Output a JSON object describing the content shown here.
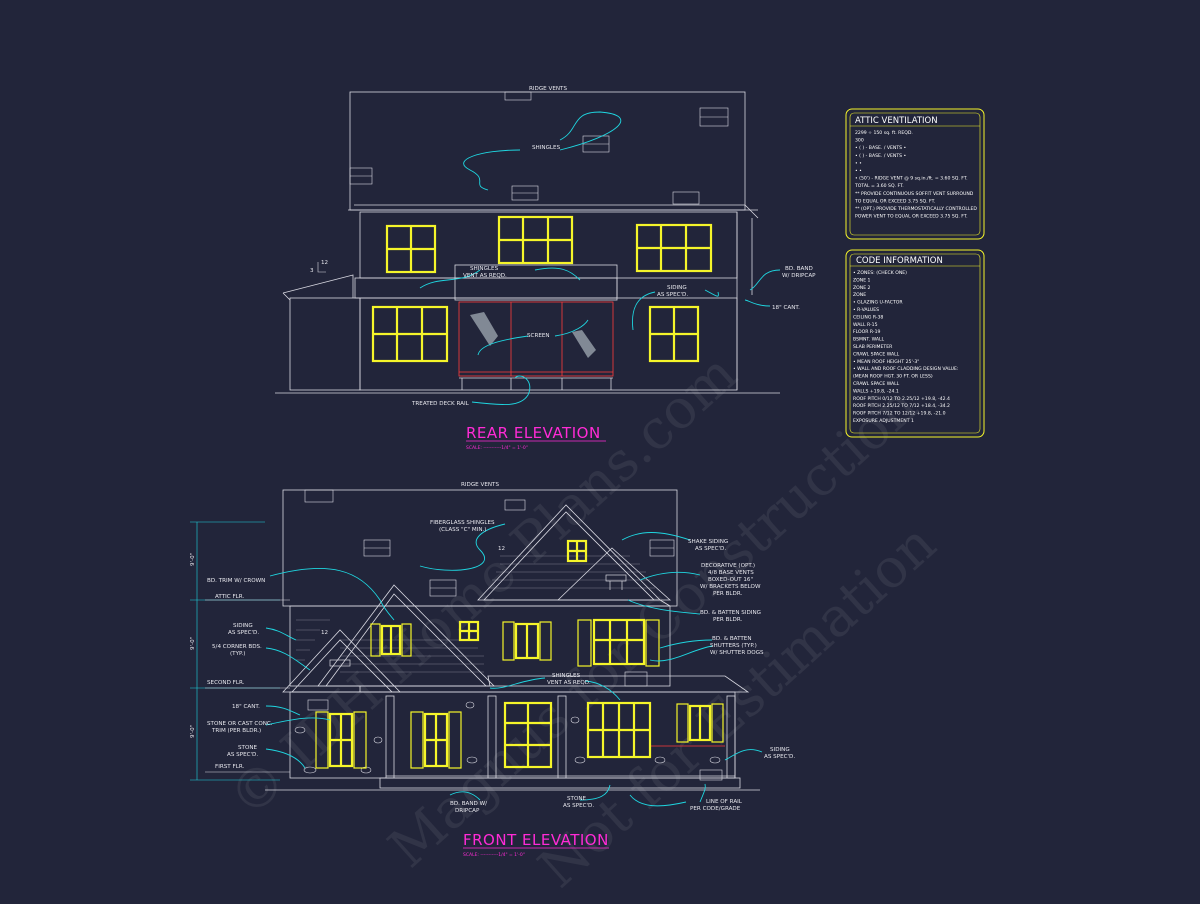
{
  "watermark": [
    "© IDH Home Plans.com",
    "Magnus for Construction",
    "Not for Estimation"
  ],
  "rear": {
    "title": "REAR ELEVATION",
    "scale": "SCALE: -----------1/4\" = 1'-0\"",
    "labels": {
      "ridge_vents": "RIDGE VENTS",
      "shingles": "SHINGLES",
      "shingles_vent_1": "SHINGLES",
      "shingles_vent_2": "VENT AS REQD.",
      "bd_band_1": "BD. BAND",
      "bd_band_2": "W/ DRIPCAP",
      "siding_1": "SIDING",
      "siding_2": "AS SPEC'D.",
      "cant": "18\" CANT.",
      "screen": "SCREEN",
      "deck_rail": "TREATED DECK RAIL",
      "pitch": "12",
      "pitch_rise": "3"
    }
  },
  "front": {
    "title": "FRONT ELEVATION",
    "scale": "SCALE: -----------1/4\" = 1'-0\"",
    "labels": {
      "ridge_vents": "RIDGE VENTS",
      "fiberglass_1": "FIBERGLASS SHINGLES",
      "fiberglass_2": "(CLASS \"C\" MIN.)",
      "shake_1": "SHAKE SIDING",
      "shake_2": "AS SPEC'D.",
      "deco_1": "DECORATIVE (OPT.)",
      "deco_2": "4/8 BASE VENTS",
      "deco_3": "BOXED-OUT 16\"",
      "deco_4": "W/ BRACKETS BELOW",
      "deco_5": "PER BLDR.",
      "bd_trim": "BD. TRIM W/ CROWN",
      "attic_flr": "ATTIC FLR.",
      "siding_1": "SIDING",
      "siding_2": "AS SPEC'D.",
      "corner_1": "5/4 CORNER BDS.",
      "corner_2": "(TYP.)",
      "second_flr": "SECOND FLR.",
      "cant": "18\" CANT.",
      "stone_trim_1": "STONE OR CAST CONC.",
      "stone_trim_2": "TRIM (PER BLDR.)",
      "stone_1": "STONE",
      "stone_2": "AS SPEC'D.",
      "first_flr": "FIRST FLR.",
      "bb_1": "BD. & BATTEN SIDING",
      "bb_2": "PER BLDR.",
      "shut_1": "BD. & BATTEN",
      "shut_2": "SHUTTERS (TYP.)",
      "shut_3": "W/ SHUTTER DOGS",
      "shingles_vent_1": "SHINGLES",
      "shingles_vent_2": "VENT AS REQD.",
      "siding_r1": "SIDING",
      "siding_r2": "AS SPEC'D.",
      "band_1": "BD. BAND W/",
      "band_2": "DRIPCAP",
      "stone_b1": "STONE",
      "stone_b2": "AS SPEC'D.",
      "rail_1": "LINE OF RAIL",
      "rail_2": "PER CODE/GRADE",
      "dim_1": "9'-0\"",
      "dim_2": "9'-0\"",
      "dim_3": "9'-0\"",
      "pitch_a": "12",
      "pitch_b": "12"
    }
  },
  "attic_ventilation": {
    "title": "ATTIC VENTILATION",
    "lines": [
      "2299 ÷ 150 sq. ft. REQD.",
      "300",
      "• (   )   -        BASE.    /    VENTS    •",
      "• (   )   -        BASE.    /    VENTS    •",
      "•                                          •",
      "•                                          •",
      "• (50')  -  RIDGE VENT @ 9 sq.in./ft.  = 3.60 SQ. FT.",
      "                                   TOTAL      = 3.60 SQ. FT.",
      "** PROVIDE CONTINUOUS SOFFIT VENT SURROUND",
      "     TO EQUAL OR EXCEED  3.75 SQ. FT.",
      "** (OPT.) PROVIDE THERMOSTATICALLY CONTROLLED",
      "     POWER VENT TO EQUAL OR EXCEED  3.75 SQ. FT."
    ]
  },
  "code_information": {
    "title": "CODE INFORMATION",
    "lines": [
      "• ZONES: (CHECK ONE)",
      "        ZONE 1",
      "        ZONE 2",
      "        ZONE",
      "• GLAZING U-FACTOR",
      "• R-VALUES",
      "        CEILING                    R-38",
      "        WALL                        R-15",
      "        FLOOR                      R-19",
      "        BSMNT. WALL",
      "        SLAB PERIMETER",
      "        CRAWL SPACE WALL",
      "• MEAN ROOF HEIGHT  25'-3\"",
      "• WALL AND ROOF CLADDING DESIGN VALUE:",
      "   (MEAN ROOF HGT. 30 FT. OR LESS)",
      "        CRAWL SPACE WALL",
      "        WALLS                              +19.8, -24.1",
      "        ROOF PITCH 0/12 TO 2.25/12      +19.8, -42.4",
      "        ROOF PITCH 2.25/12 TO 7/12      +18.4, -34.2",
      "        ROOF PITCH 7/12 TO 12/12        +19.8, -21.0",
      "        EXPOSURE ADJUSTMENT           1"
    ]
  },
  "colors": {
    "background": "#22253a",
    "linework": "#d9d9e2",
    "windows": "#f5f52a",
    "leaders": "#1fd6e0",
    "titles": "#ff2bd6",
    "notes": "#e8e8ee",
    "screen_red": "#ff3b3b"
  }
}
